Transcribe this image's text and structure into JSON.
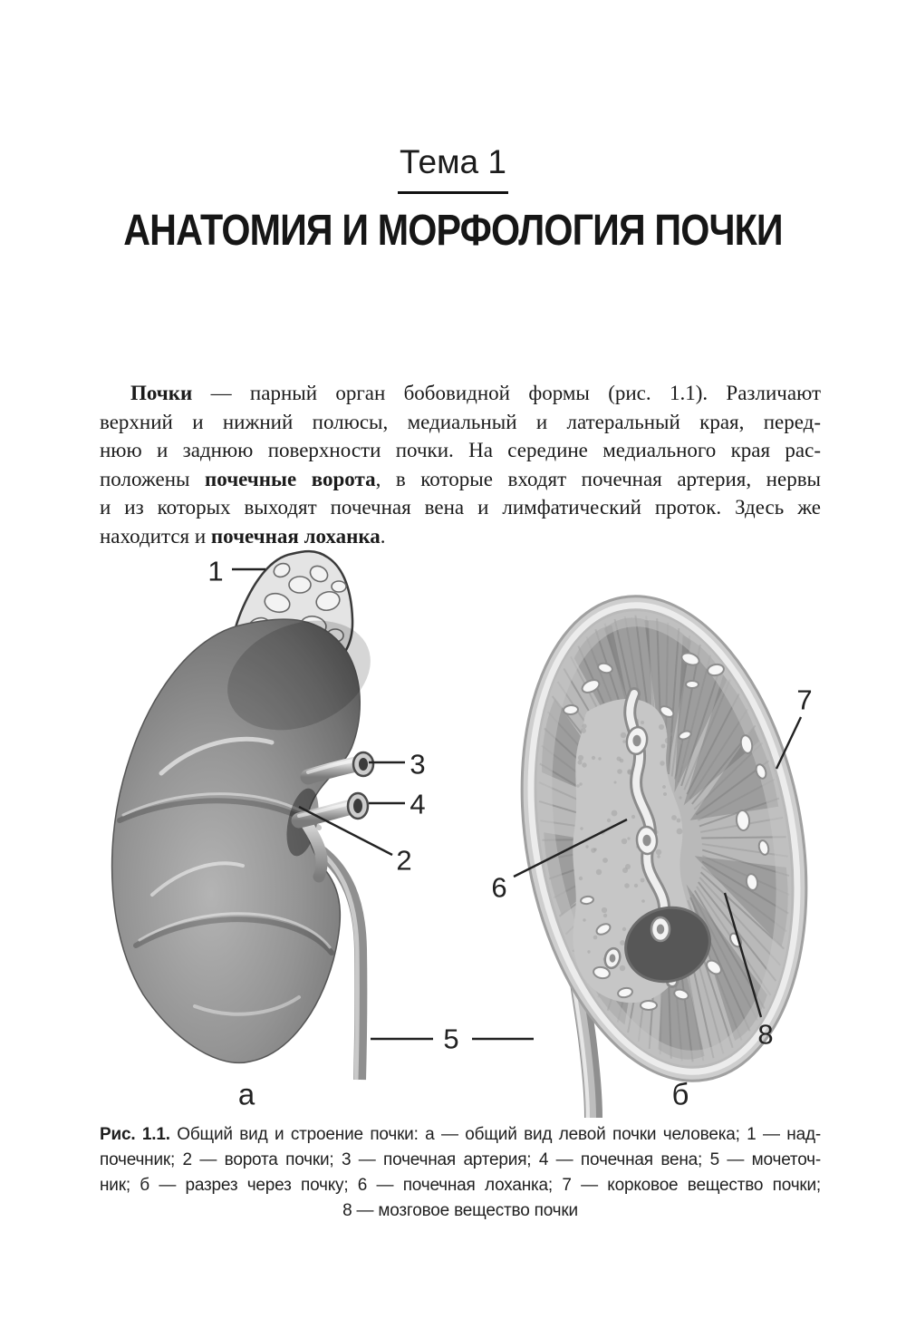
{
  "header": {
    "kicker": "Тема 1",
    "title": "АНАТОМИЯ И МОРФОЛОГИЯ ПОЧКИ"
  },
  "paragraph": {
    "l1b": "Почки",
    "l1t": " — парный орган бобовидной формы (рис. 1.1). Различают",
    "l2": "верхний и нижний полюсы, медиальный и латеральный края, перед-",
    "l3": "нюю и заднюю поверхности почки. На середине медиального края рас-",
    "l4a": "положены ",
    "l4b": "почечные ворота",
    "l4c": ", в которые входят почечная артерия, нервы",
    "l5": "и из которых выходят почечная вена и лимфатический проток. Здесь же",
    "l6a": "находится и ",
    "l6b": "почечная лоханка",
    "l6c": "."
  },
  "figure": {
    "labels": {
      "n1": "1",
      "n2": "2",
      "n3": "3",
      "n4": "4",
      "n5": "5",
      "n6": "6",
      "n7": "7",
      "n8": "8",
      "a": "а",
      "b": "б"
    }
  },
  "caption": {
    "figno": "Рис. 1.1.",
    "l1": " Общий вид и строение почки: а — общий вид левой почки человека; 1 — над-",
    "l2": "почечник; 2 — ворота почки; 3 — почечная артерия; 4 — почечная вена; 5 — мочеточ-",
    "l3": "ник; б — разрез через почку; 6 — почечная лоханка; 7 — корковое вещество почки;",
    "l4": "8 — мозговое вещество почки"
  },
  "colors": {
    "ink": "#1a1a1a",
    "kidney_mid_gray": "#8f8f8f",
    "kidney_dark_gray": "#5a5a5a",
    "section_light_gray": "#c7c7c7",
    "leader_line": "#222222"
  }
}
